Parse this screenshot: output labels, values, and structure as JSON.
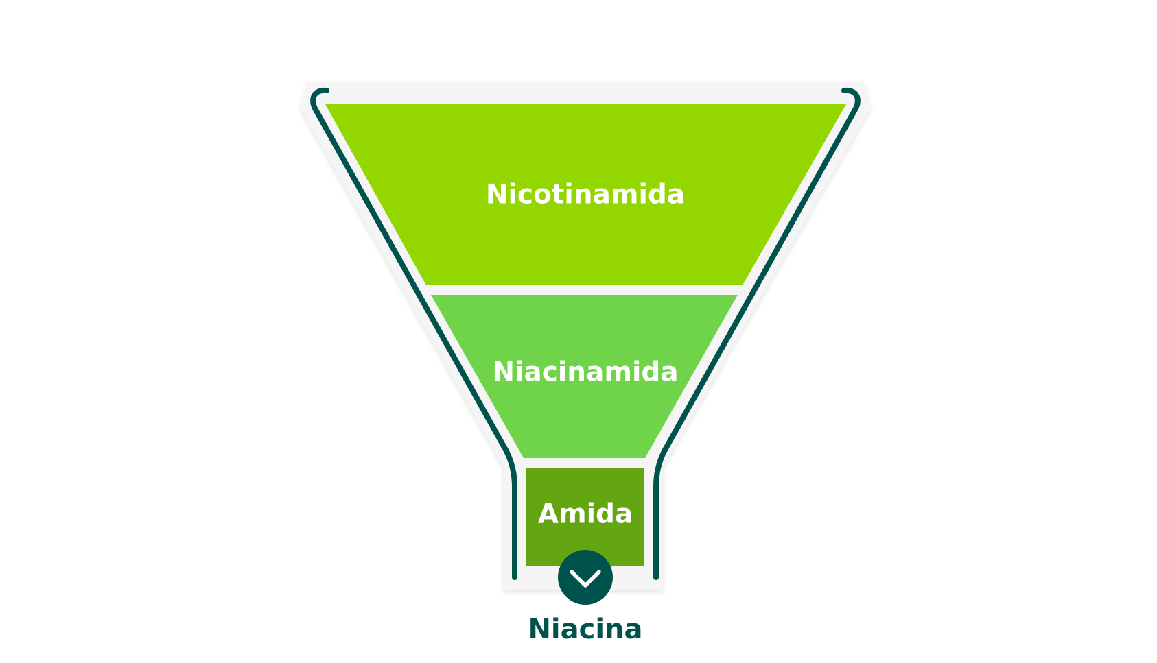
{
  "diagram": {
    "type": "funnel",
    "stages": [
      {
        "label": "Nicotinamida",
        "color": "#93d600"
      },
      {
        "label": "Niacinamida",
        "color": "#70d44b"
      },
      {
        "label": "Amida",
        "color": "#64a512"
      }
    ],
    "output": {
      "label": "Niacina",
      "icon": "chevron-down-icon",
      "color": "#00524c"
    },
    "outline_color": "#00524c",
    "shadow_color": "#f5f5f5"
  }
}
